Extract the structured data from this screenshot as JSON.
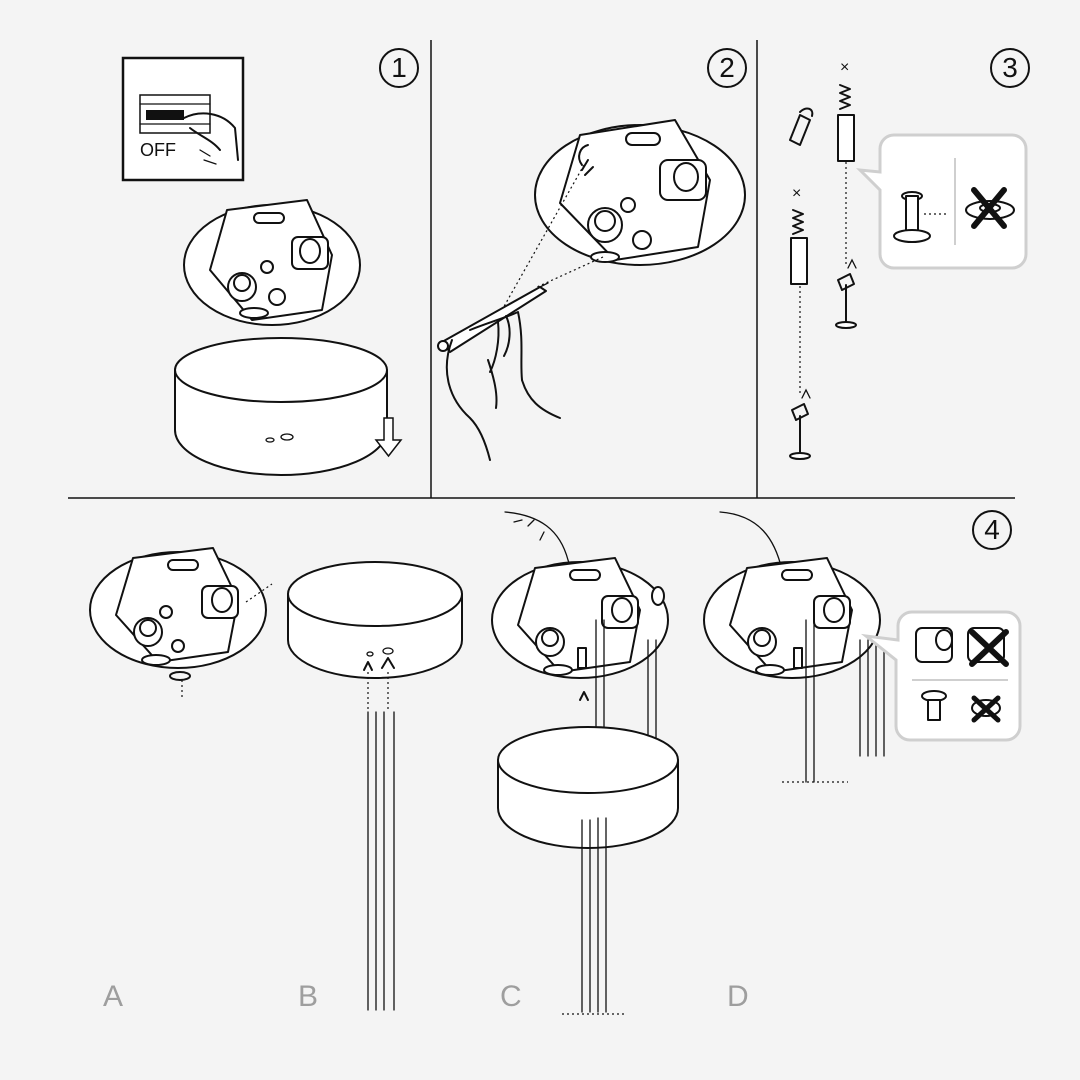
{
  "steps": [
    {
      "number": "1"
    },
    {
      "number": "2"
    },
    {
      "number": "3"
    },
    {
      "number": "4"
    }
  ],
  "step1": {
    "switch_label": "OFF"
  },
  "step4": {
    "sub_labels": [
      "A",
      "B",
      "C",
      "D"
    ]
  },
  "icons": {
    "power_breaker": "breaker-switch-icon",
    "remove_canopy": "arrow-down-icon",
    "mark_holes": "pencil-icon",
    "anchor": "wall-plug-icon",
    "do_not": "cross-icon"
  },
  "colors": {
    "line": "#111111",
    "callout_border": "#cfcfcf",
    "sub_label": "#9e9e9e",
    "background": "#f4f4f4"
  }
}
